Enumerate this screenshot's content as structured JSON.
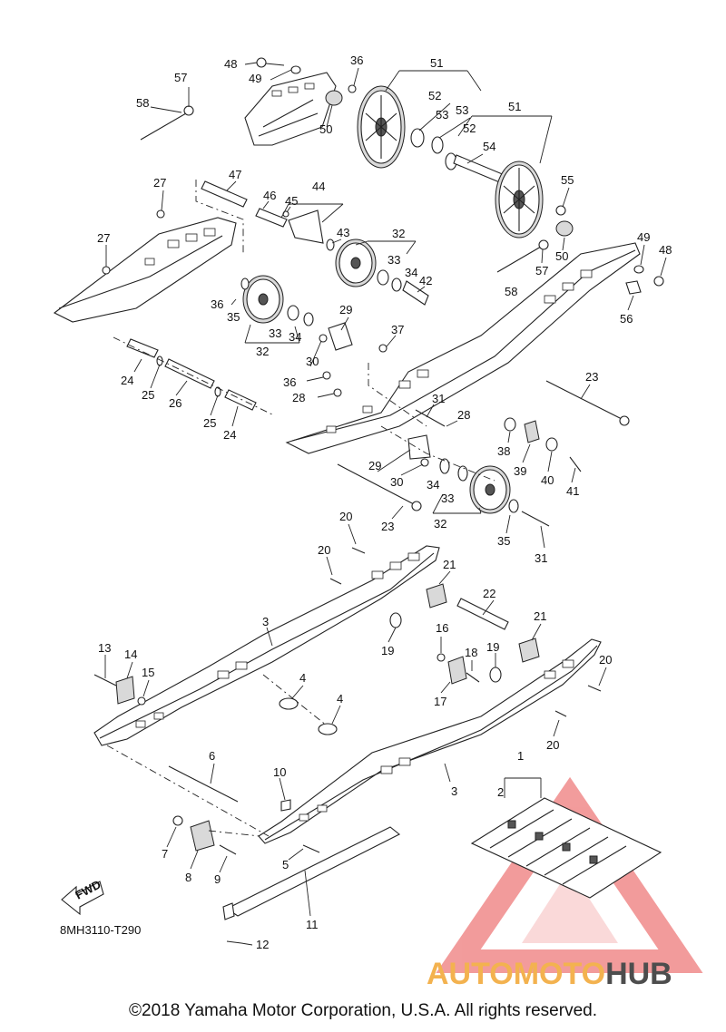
{
  "diagram": {
    "code": "8MH3110-T290",
    "fwd_label": "FWD",
    "copyright": "©2018 Yamaha Motor Corporation, U.S.A. All rights reserved.",
    "watermark": {
      "part_a": "AUTOMOTO",
      "part_b": "HUB",
      "color_a": "#f3b24f",
      "color_b": "#4d4d4d",
      "triangle_color": "#e84a4a"
    },
    "callouts": [
      "1",
      "2",
      "3",
      "3",
      "4",
      "4",
      "5",
      "6",
      "7",
      "8",
      "9",
      "10",
      "11",
      "12",
      "13",
      "14",
      "15",
      "16",
      "17",
      "18",
      "19",
      "19",
      "20",
      "20",
      "20",
      "20",
      "21",
      "21",
      "22",
      "23",
      "23",
      "24",
      "24",
      "25",
      "25",
      "26",
      "27",
      "27",
      "28",
      "28",
      "29",
      "29",
      "30",
      "30",
      "31",
      "31",
      "32",
      "32",
      "32",
      "33",
      "33",
      "33",
      "34",
      "34",
      "34",
      "35",
      "35",
      "36",
      "36",
      "36",
      "37",
      "38",
      "39",
      "40",
      "41",
      "42",
      "43",
      "44",
      "45",
      "46",
      "47",
      "48",
      "48",
      "49",
      "49",
      "50",
      "50",
      "51",
      "51",
      "52",
      "52",
      "53",
      "53",
      "54",
      "55",
      "56",
      "57",
      "57",
      "58",
      "58"
    ]
  }
}
